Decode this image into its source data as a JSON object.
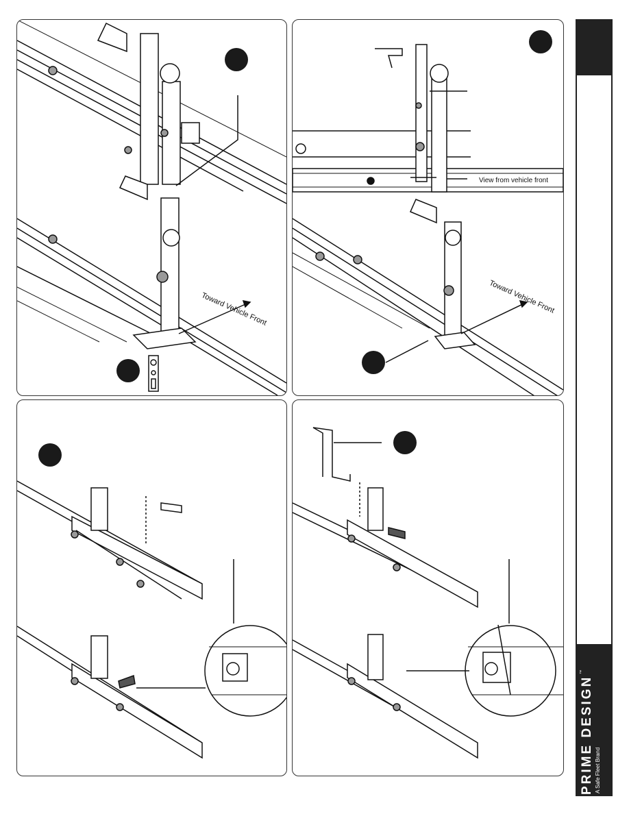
{
  "brand": {
    "name": "PRIME DESIGN",
    "trademark": "™",
    "tagline": "A Safe Fleet Brand"
  },
  "panels": {
    "top_right": {
      "view_label": "View from vehicle front",
      "direction_label": "Toward Vehicle Front"
    },
    "middle_left": {
      "direction_label": "Toward Vehicle Front"
    }
  },
  "colors": {
    "tab_dark": "#222222",
    "callout_fill": "#1a1a1a",
    "line": "#111111"
  }
}
